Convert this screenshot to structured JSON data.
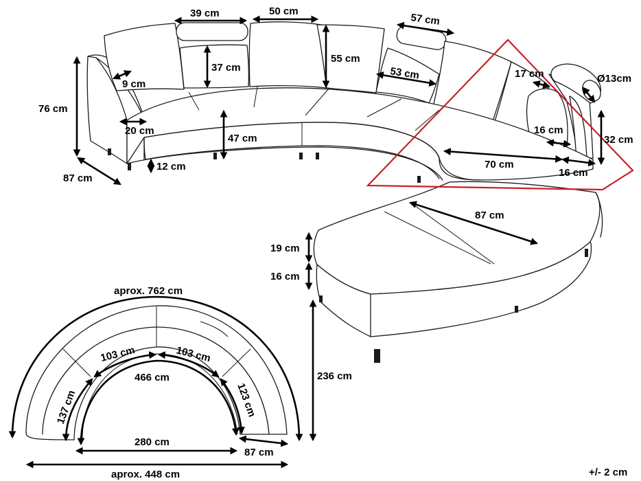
{
  "diagram": {
    "colors": {
      "line": "#1a1a1a",
      "dimension": "#000000",
      "highlight": "#c8202a",
      "background": "#ffffff"
    },
    "labels": {
      "width_39": "39 cm",
      "width_50": "50 cm",
      "width_57": "57 cm",
      "back_height_55": "55 cm",
      "cushion_height_37": "37 cm",
      "depth_53": "53 cm",
      "arm_9": "9 cm",
      "height_76": "76 cm",
      "arm_20": "20 cm",
      "seat_height_47": "47 cm",
      "leg_12": "12 cm",
      "depth_87_left": "87 cm",
      "pillow_17": "17 cm",
      "pillow_diameter": "Ø13cm",
      "pillow_16a": "16 cm",
      "pillow_32": "32 cm",
      "pillow_16b": "16 cm",
      "seat_70": "70 cm",
      "chaise_87": "87 cm",
      "chaise_19": "19 cm",
      "chaise_16": "16 cm",
      "chaise_236": "236 cm",
      "outer_762": "aprox. 762 cm",
      "inner_466": "466 cm",
      "seg_103a": "103 cm",
      "seg_103b": "103 cm",
      "seg_137": "137 cm",
      "seg_123": "123 cm",
      "inner_280": "280 cm",
      "bottom_87": "87 cm",
      "overall_448": "aprox. 448 cm",
      "tolerance": "+/- 2 cm"
    }
  }
}
